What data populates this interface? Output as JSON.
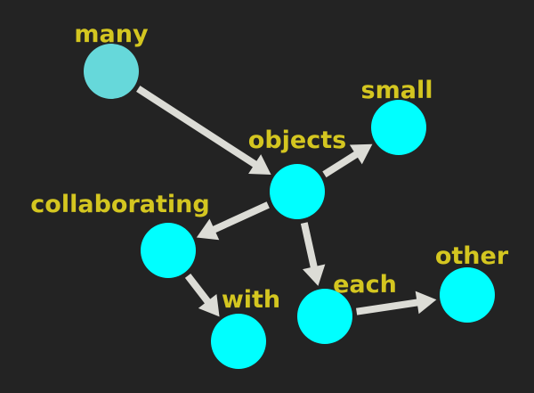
{
  "colors": {
    "background": "#232323",
    "label": "#d4c620",
    "edge": "#dcdcd6"
  },
  "nodes": [
    {
      "id": "many",
      "label": "many",
      "color": "#66d8da"
    },
    {
      "id": "small",
      "label": "small",
      "color": "#00ffff"
    },
    {
      "id": "objects",
      "label": "objects",
      "color": "#00ffff"
    },
    {
      "id": "collaborating",
      "label": "collaborating",
      "color": "#00ffff"
    },
    {
      "id": "with",
      "label": "with",
      "color": "#00ffff"
    },
    {
      "id": "each",
      "label": "each",
      "color": "#00ffff"
    },
    {
      "id": "other",
      "label": "other",
      "color": "#00ffff"
    }
  ],
  "edges": [
    {
      "from": "many",
      "to": "objects"
    },
    {
      "from": "objects",
      "to": "small"
    },
    {
      "from": "objects",
      "to": "collaborating"
    },
    {
      "from": "objects",
      "to": "each"
    },
    {
      "from": "collaborating",
      "to": "with"
    },
    {
      "from": "each",
      "to": "other"
    }
  ]
}
